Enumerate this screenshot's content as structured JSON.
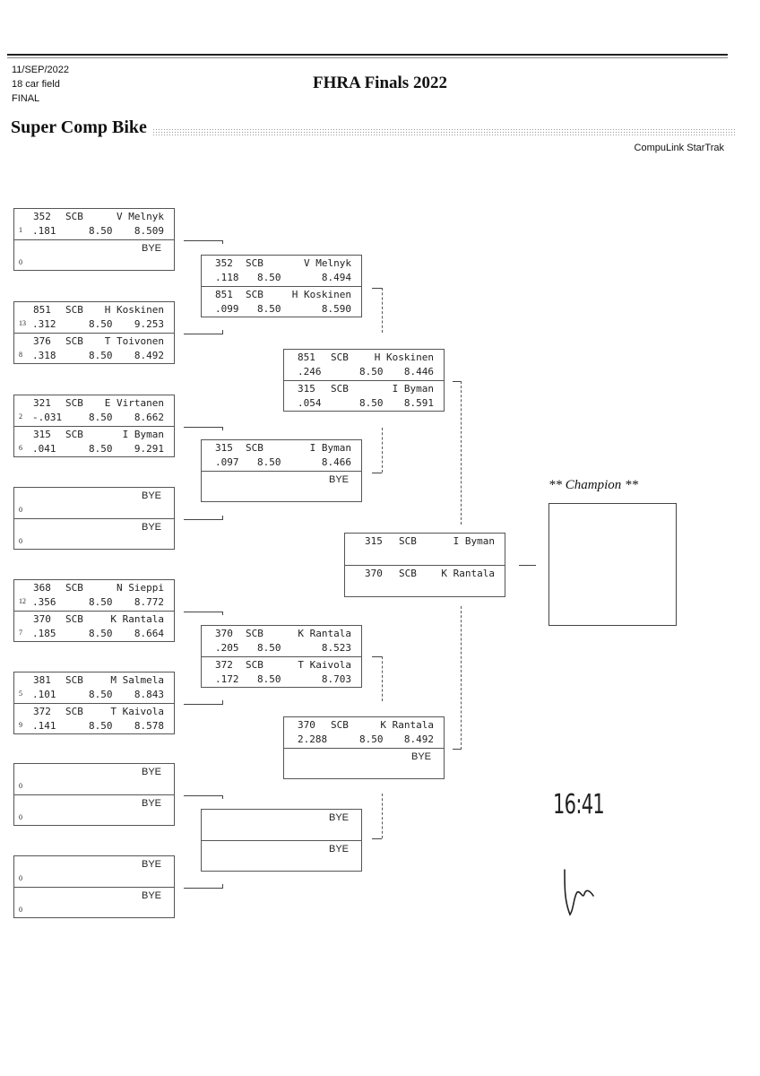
{
  "header": {
    "date": "11/SEP/2022",
    "field": "18 car field",
    "round": "FINAL",
    "title": "FHRA Finals 2022",
    "class_name": "Super Comp Bike",
    "software": "CompuLink StarTrak"
  },
  "round1": [
    {
      "top": {
        "number": "352",
        "class": "SCB",
        "name": "V Melnyk",
        "seed": "1",
        "rt": ".181",
        "dial": "8.50",
        "et": "8.509"
      },
      "bottom": {
        "bye": "BYE",
        "seed": "0"
      }
    },
    {
      "top": {
        "number": "851",
        "class": "SCB",
        "name": "H Koskinen",
        "seed": "13",
        "rt": ".312",
        "dial": "8.50",
        "et": "9.253"
      },
      "bottom": {
        "number": "376",
        "class": "SCB",
        "name": "T Toivonen",
        "seed": "8",
        "rt": ".318",
        "dial": "8.50",
        "et": "8.492"
      }
    },
    {
      "top": {
        "number": "321",
        "class": "SCB",
        "name": "E Virtanen",
        "seed": "2",
        "rt": "-.031",
        "dial": "8.50",
        "et": "8.662"
      },
      "bottom": {
        "number": "315",
        "class": "SCB",
        "name": "I Byman",
        "seed": "6",
        "rt": ".041",
        "dial": "8.50",
        "et": "9.291"
      }
    },
    {
      "top": {
        "bye": "BYE",
        "seed": "0"
      },
      "bottom": {
        "bye": "BYE",
        "seed": "0"
      }
    },
    {
      "top": {
        "number": "368",
        "class": "SCB",
        "name": "N Sieppi",
        "seed": "12",
        "rt": ".356",
        "dial": "8.50",
        "et": "8.772"
      },
      "bottom": {
        "number": "370",
        "class": "SCB",
        "name": "K Rantala",
        "seed": "7",
        "rt": ".185",
        "dial": "8.50",
        "et": "8.664"
      }
    },
    {
      "top": {
        "number": "381",
        "class": "SCB",
        "name": "M Salmela",
        "seed": "5",
        "rt": ".101",
        "dial": "8.50",
        "et": "8.843"
      },
      "bottom": {
        "number": "372",
        "class": "SCB",
        "name": "T Kaivola",
        "seed": "9",
        "rt": ".141",
        "dial": "8.50",
        "et": "8.578"
      }
    },
    {
      "top": {
        "bye": "BYE",
        "seed": "0"
      },
      "bottom": {
        "bye": "BYE",
        "seed": "0"
      }
    },
    {
      "top": {
        "bye": "BYE",
        "seed": "0"
      },
      "bottom": {
        "bye": "BYE",
        "seed": "0"
      }
    }
  ],
  "round2": [
    {
      "top": {
        "number": "352",
        "class": "SCB",
        "name": "V Melnyk",
        "rt": ".118",
        "dial": "8.50",
        "et": "8.494"
      },
      "bottom": {
        "number": "851",
        "class": "SCB",
        "name": "H Koskinen",
        "rt": ".099",
        "dial": "8.50",
        "et": "8.590"
      }
    },
    {
      "top": {
        "number": "315",
        "class": "SCB",
        "name": "I Byman",
        "rt": ".097",
        "dial": "8.50",
        "et": "8.466"
      },
      "bottom": {
        "bye": "BYE"
      }
    },
    {
      "top": {
        "number": "370",
        "class": "SCB",
        "name": "K Rantala",
        "rt": ".205",
        "dial": "8.50",
        "et": "8.523"
      },
      "bottom": {
        "number": "372",
        "class": "SCB",
        "name": "T Kaivola",
        "rt": ".172",
        "dial": "8.50",
        "et": "8.703"
      }
    },
    {
      "top": {
        "bye": "BYE"
      },
      "bottom": {
        "bye": "BYE"
      }
    }
  ],
  "round3": [
    {
      "top": {
        "number": "851",
        "class": "SCB",
        "name": "H Koskinen",
        "rt": ".246",
        "dial": "8.50",
        "et": "8.446"
      },
      "bottom": {
        "number": "315",
        "class": "SCB",
        "name": "I Byman",
        "rt": ".054",
        "dial": "8.50",
        "et": "8.591"
      }
    },
    {
      "top": {
        "number": "370",
        "class": "SCB",
        "name": "K Rantala",
        "rt": "2.288",
        "dial": "8.50",
        "et": "8.492"
      },
      "bottom": {
        "bye": "BYE"
      }
    }
  ],
  "final": {
    "top": {
      "number": "315",
      "class": "SCB",
      "name": "I Byman"
    },
    "bottom": {
      "number": "370",
      "class": "SCB",
      "name": "K Rantala"
    }
  },
  "champion": {
    "label": "** Champion **",
    "name": ""
  },
  "handwriting": {
    "time": "16:41",
    "initials": "ḷ ᵥᵥ"
  }
}
